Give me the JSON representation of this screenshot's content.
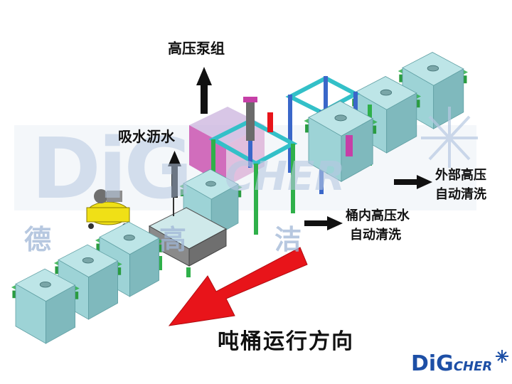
{
  "labels": {
    "pump_group": "高压泵组",
    "suction": "吸水沥水",
    "inner_wash_line1": "桶内高压水",
    "inner_wash_line2": "自动清洗",
    "outer_wash_line1": "外部高压",
    "outer_wash_line2": "自动清洗",
    "direction": "吨桶运行方向"
  },
  "watermark": {
    "brand_main": "DiG",
    "brand_tail": "CHER",
    "cn_1": "德",
    "cn_2": "高",
    "cn_3": "洁"
  },
  "logo": {
    "main": "DiG",
    "tail": "CHER"
  },
  "colors": {
    "tote": "#9dd3d6",
    "tote_side": "#7fb9bd",
    "frame_green": "#2fb04a",
    "frame_blue": "#3a67c9",
    "frame_cyan": "#33c0c8",
    "frame_magenta": "#c63fa7",
    "arrow_red": "#e8141a",
    "compressor": "#f0e016",
    "logo_blue": "#1d4fa6"
  }
}
